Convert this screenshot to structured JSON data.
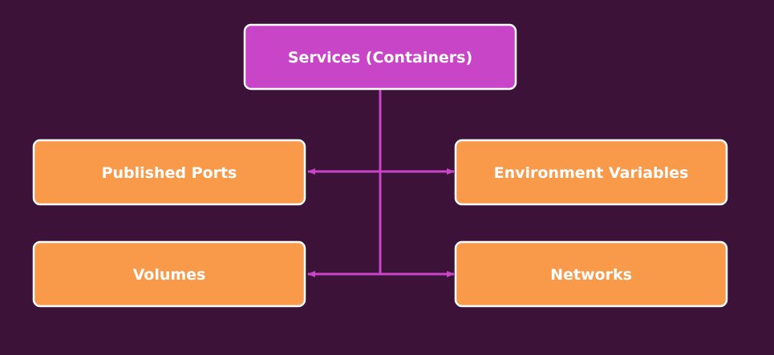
{
  "colors": {
    "background": "#3c1239",
    "root_fill": "#c845c8",
    "child_fill": "#f9994a",
    "connector": "#c845c8",
    "border": "#ffffff",
    "text": "#ffffff"
  },
  "root": {
    "label": "Services (Containers)"
  },
  "children": {
    "published_ports": "Published Ports",
    "environment_variables": "Environment Variables",
    "volumes": "Volumes",
    "networks": "Networks"
  }
}
